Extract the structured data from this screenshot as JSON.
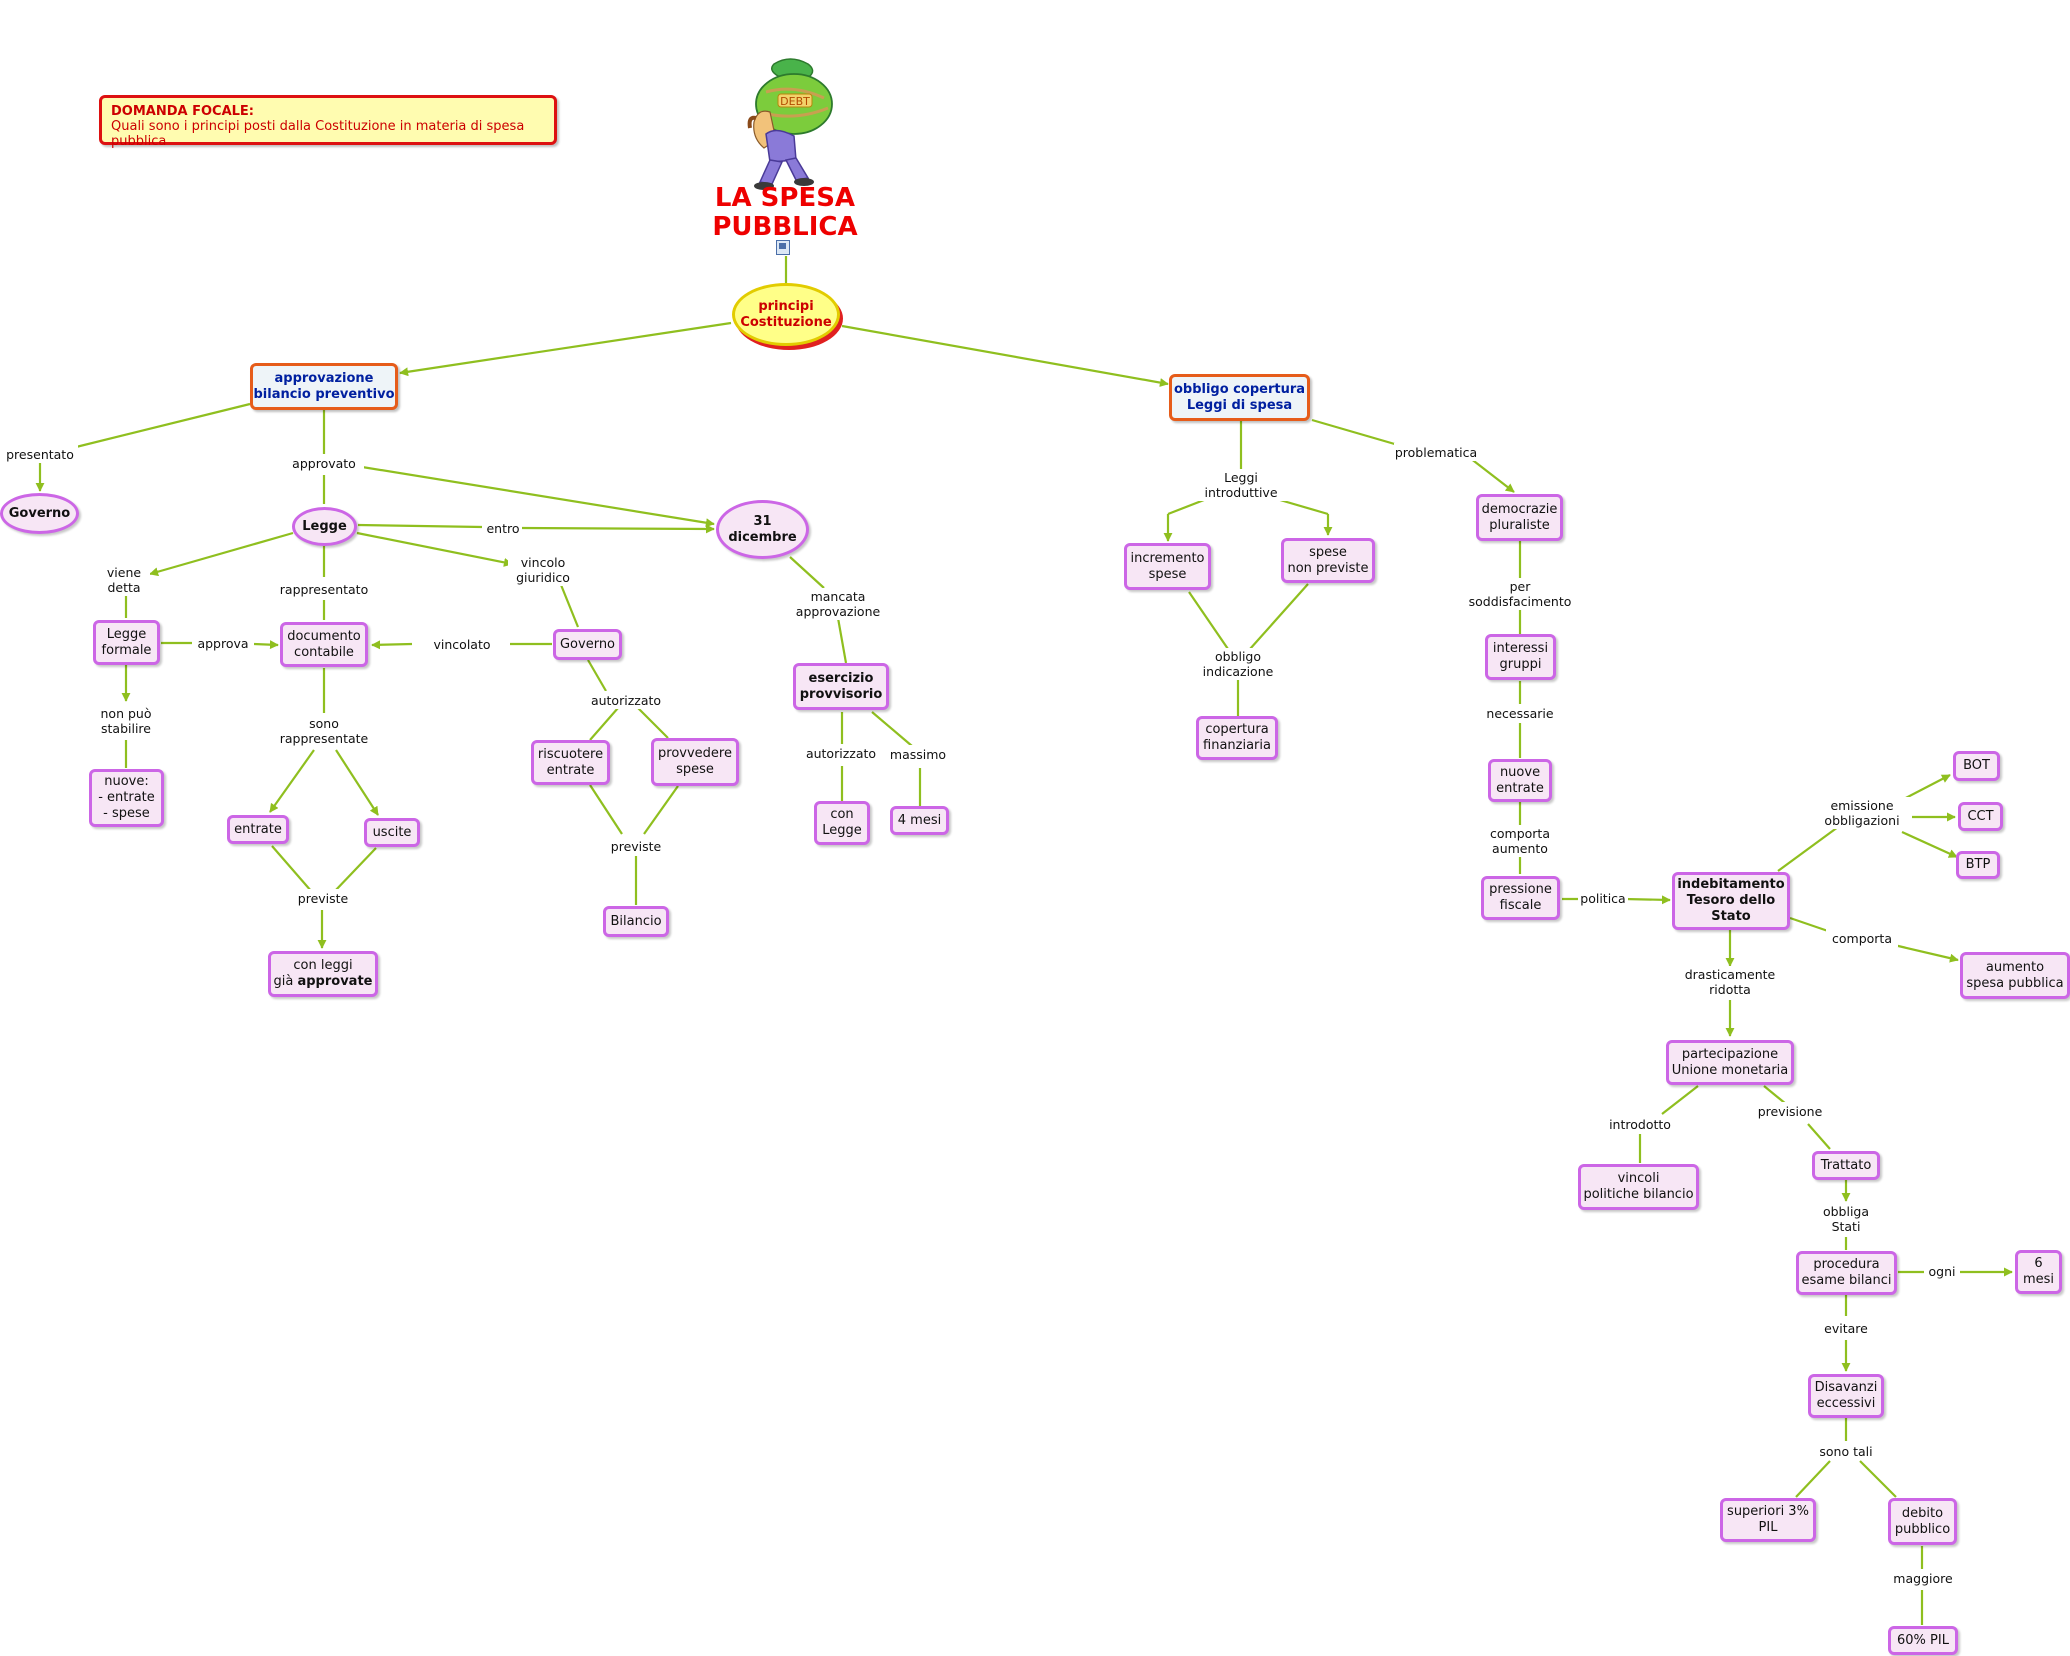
{
  "focal": {
    "title": "DOMANDA FOCALE:",
    "question": "Quali sono i principi posti dalla Costituzione in materia di spesa pubblica"
  },
  "title": "LA SPESA\nPUBBLICA",
  "root": "principi\nCostituzione",
  "nodes": {
    "approvazione": "approvazione\nbilancio preventivo",
    "obbligo": "obbligo copertura\nLeggi di spesa",
    "governo_top": "Governo",
    "legge": "Legge",
    "dicembre": "31\ndicembre",
    "legge_formale": "Legge\nformale",
    "documento": "documento\ncontabile",
    "governo": "Governo",
    "nuove_es": "nuove:\n- entrate\n- spese",
    "entrate": "entrate",
    "uscite": "uscite",
    "riscuotere": "riscuotere\nentrate",
    "provvedere": "provvedere\nspese",
    "bilancio": "Bilancio",
    "con_leggi_1": "con leggi\ngià ",
    "con_leggi_2": "approvate",
    "esercizio": "esercizio\nprovvisorio",
    "con_legge": "con\nLegge",
    "quattro_mesi": "4 mesi",
    "incremento": "incremento\nspese",
    "spese_nonprev": "spese\nnon previste",
    "copertura": "copertura\nfinanziaria",
    "democrazie": "democrazie\npluraliste",
    "interessi": "interessi\ngruppi",
    "nuove_entrate": "nuove\nentrate",
    "pressione": "pressione\nfiscale",
    "indebitamento": "indebitamento\nTesoro dello\nStato",
    "bot": "BOT",
    "cct": "CCT",
    "btp": "BTP",
    "aumento": "aumento\nspesa pubblica",
    "partecipazione": "partecipazione\nUnione monetaria",
    "vincoli": "vincoli\npolitiche bilancio",
    "trattato": "Trattato",
    "procedura": "procedura\nesame bilanci",
    "sei_mesi": "6\nmesi",
    "disavanzi": "Disavanzi\neccessivi",
    "superiori": "superiori 3%\nPIL",
    "debito": "debito\npubblico",
    "sessanta": "60% PIL"
  },
  "labels": {
    "presentato": "presentato",
    "approvato": "approvato",
    "entro": "entro",
    "viene_detta": "viene\ndetta",
    "rappresentato": "rappresentato",
    "vincolo": "vincolo\ngiuridico",
    "approva": "approva",
    "vincolato": "vincolato",
    "non_puo": "non può\nstabilire",
    "sono_rapp": "sono\nrappresentate",
    "autorizzato_gov": "autorizzato",
    "previste_1": "previste",
    "previste_2": "previste",
    "mancata": "mancata\napprovazione",
    "autorizzato_es": "autorizzato",
    "massimo": "massimo",
    "leggi_intro": "Leggi\nintroduttive",
    "obbligo_ind": "obbligo\nindicazione",
    "problematica": "problematica",
    "per_sodd": "per\nsoddisfacimento",
    "necessarie": "necessarie",
    "comporta_aum": "comporta\naumento",
    "politica": "politica",
    "emissione": "emissione\nobbligazioni",
    "comporta": "comporta",
    "drastic": "drasticamente\nridotta",
    "introdotto": "introdotto",
    "previsione": "previsione",
    "obbliga": "obbliga\nStati",
    "ogni": "ogni",
    "evitare": "evitare",
    "sono_tali": "sono tali",
    "maggiore": "maggiore"
  },
  "colors": {
    "link": "#8fbf1f",
    "node_border": "#cc66e6",
    "node_fill": "#f7e6f5",
    "main_border": "#e65c1a",
    "main_text": "#0020a0",
    "title": "#ee0000",
    "root_fill": "#ffff88"
  },
  "icons": [
    "money-bag-mascot-icon",
    "document-icon"
  ]
}
